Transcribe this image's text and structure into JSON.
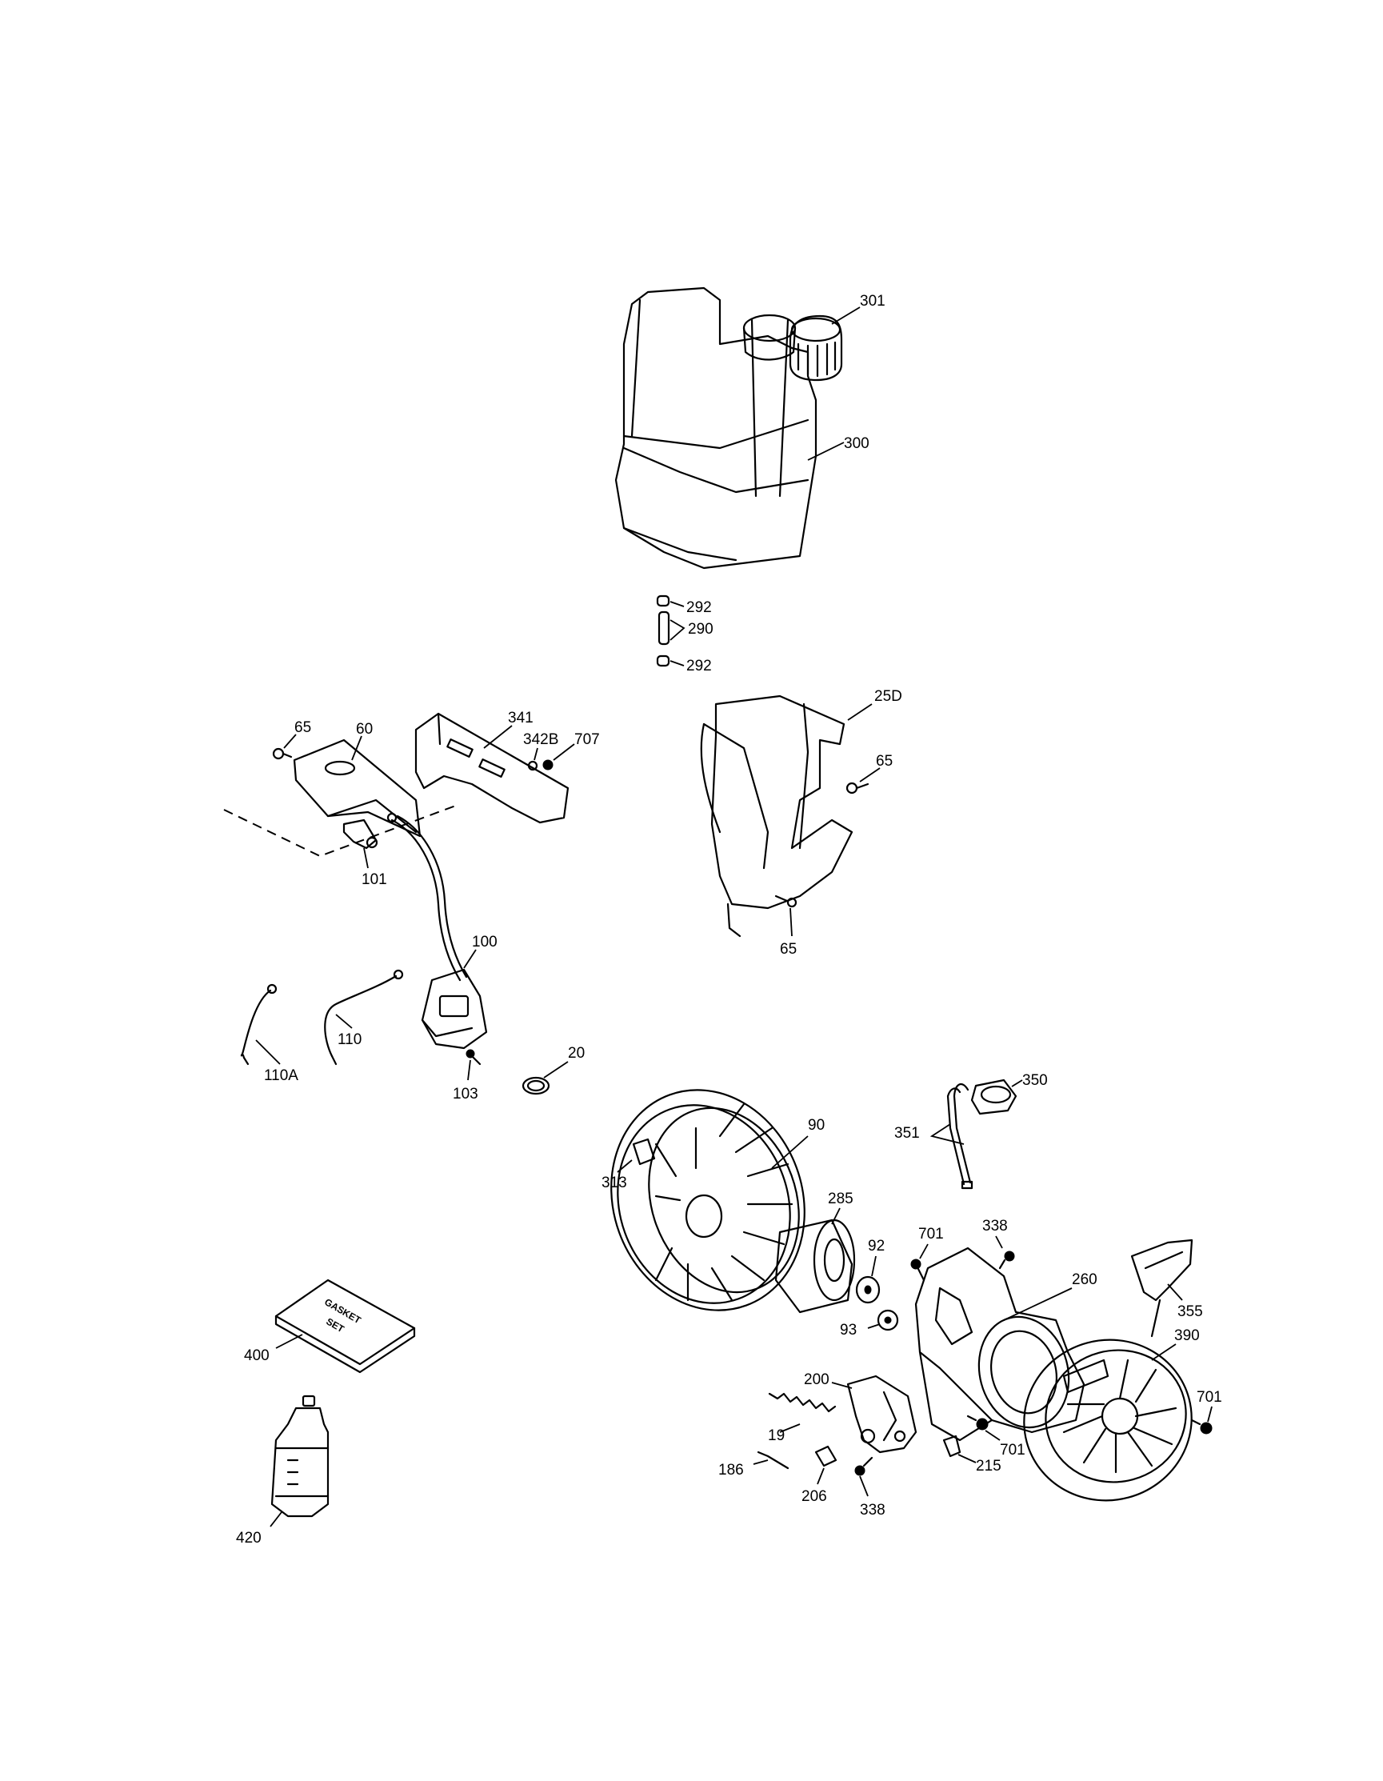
{
  "callouts": {
    "c301": "301",
    "c300": "300",
    "c292a": "292",
    "c290": "290",
    "c292b": "292",
    "c65a": "65",
    "c60": "60",
    "c341": "341",
    "c342b": "342B",
    "c707": "707",
    "c101": "101",
    "c100": "100",
    "c25d": "25D",
    "c65b": "65",
    "c65c": "65",
    "c110a": "110A",
    "c110": "110",
    "c103": "103",
    "c20": "20",
    "c350": "350",
    "c351": "351",
    "c90": "90",
    "c313": "313",
    "c285": "285",
    "c92": "92",
    "c701a": "701",
    "c338a": "338",
    "c93": "93",
    "c260": "260",
    "c355": "355",
    "c400": "400",
    "c390": "390",
    "c200": "200",
    "c19": "19",
    "c701b": "701",
    "c701c": "701",
    "c186": "186",
    "c206": "206",
    "c338b": "338",
    "c215": "215",
    "c420": "420"
  },
  "gasket_kit_label": [
    "GASKET",
    "SET"
  ]
}
